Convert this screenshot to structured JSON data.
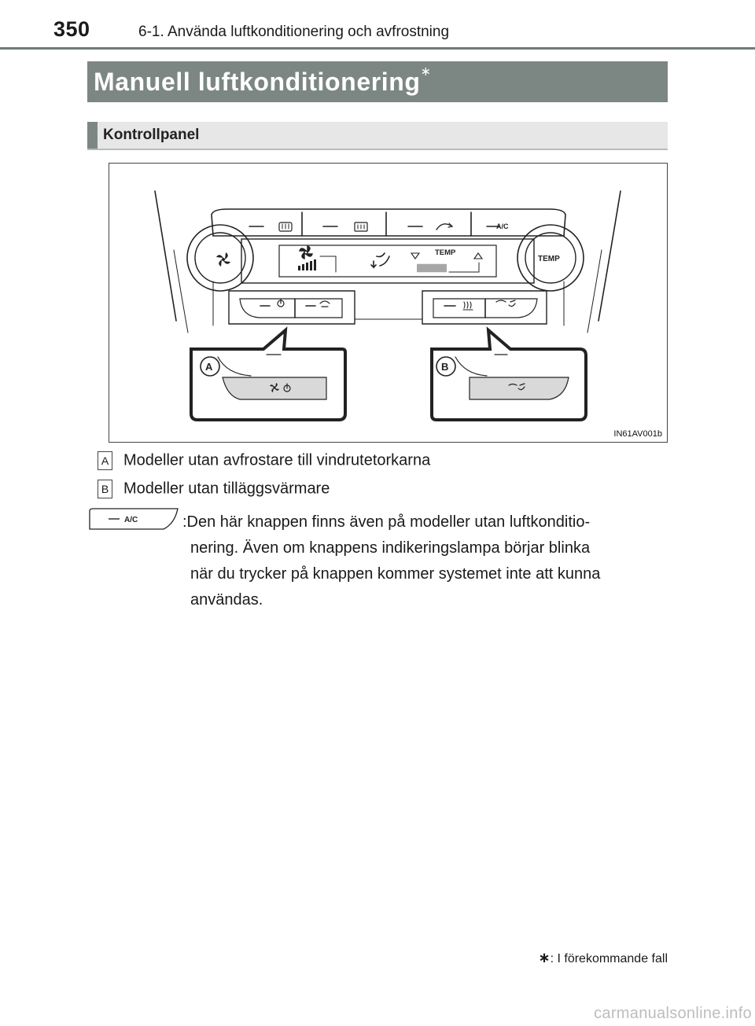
{
  "header": {
    "page_number": "350",
    "title": "6-1. Använda luftkonditionering och avfrostning"
  },
  "section": {
    "title": "Manuell luftkonditionering",
    "title_marker": "∗"
  },
  "subsection": {
    "title": "Kontrollpanel"
  },
  "figure": {
    "code": "IN61AV001b",
    "panel_labels": {
      "temp_knob": "TEMP",
      "display_temp": "TEMP",
      "ac_button": "A/C",
      "callout_a": "A",
      "callout_b": "B"
    },
    "icons": [
      "fan-icon",
      "rear-defogger-icon",
      "recirculation-icon",
      "ac-icon",
      "power-icon",
      "wiper-deicer-icon",
      "seat-heater-icon",
      "windshield-defroster-icon",
      "airflow-icon"
    ]
  },
  "legend": [
    {
      "marker": "A",
      "text": "Modeller utan avfrostare till vindrutetorkarna"
    },
    {
      "marker": "B",
      "text": "Modeller utan tilläggsvärmare"
    }
  ],
  "ac_note": {
    "icon_label": "A/C",
    "line1": ":Den här knappen finns även på modeller utan luftkonditio-",
    "line2": "nering. Även om knappens indikeringslampa börjar blinka",
    "line3": "när du trycker på knappen kommer systemet inte att kunna",
    "line4": "användas."
  },
  "footnote": {
    "marker": "∗",
    "text": ": I förekommande fall"
  },
  "watermark": "carmanualsonline.info"
}
